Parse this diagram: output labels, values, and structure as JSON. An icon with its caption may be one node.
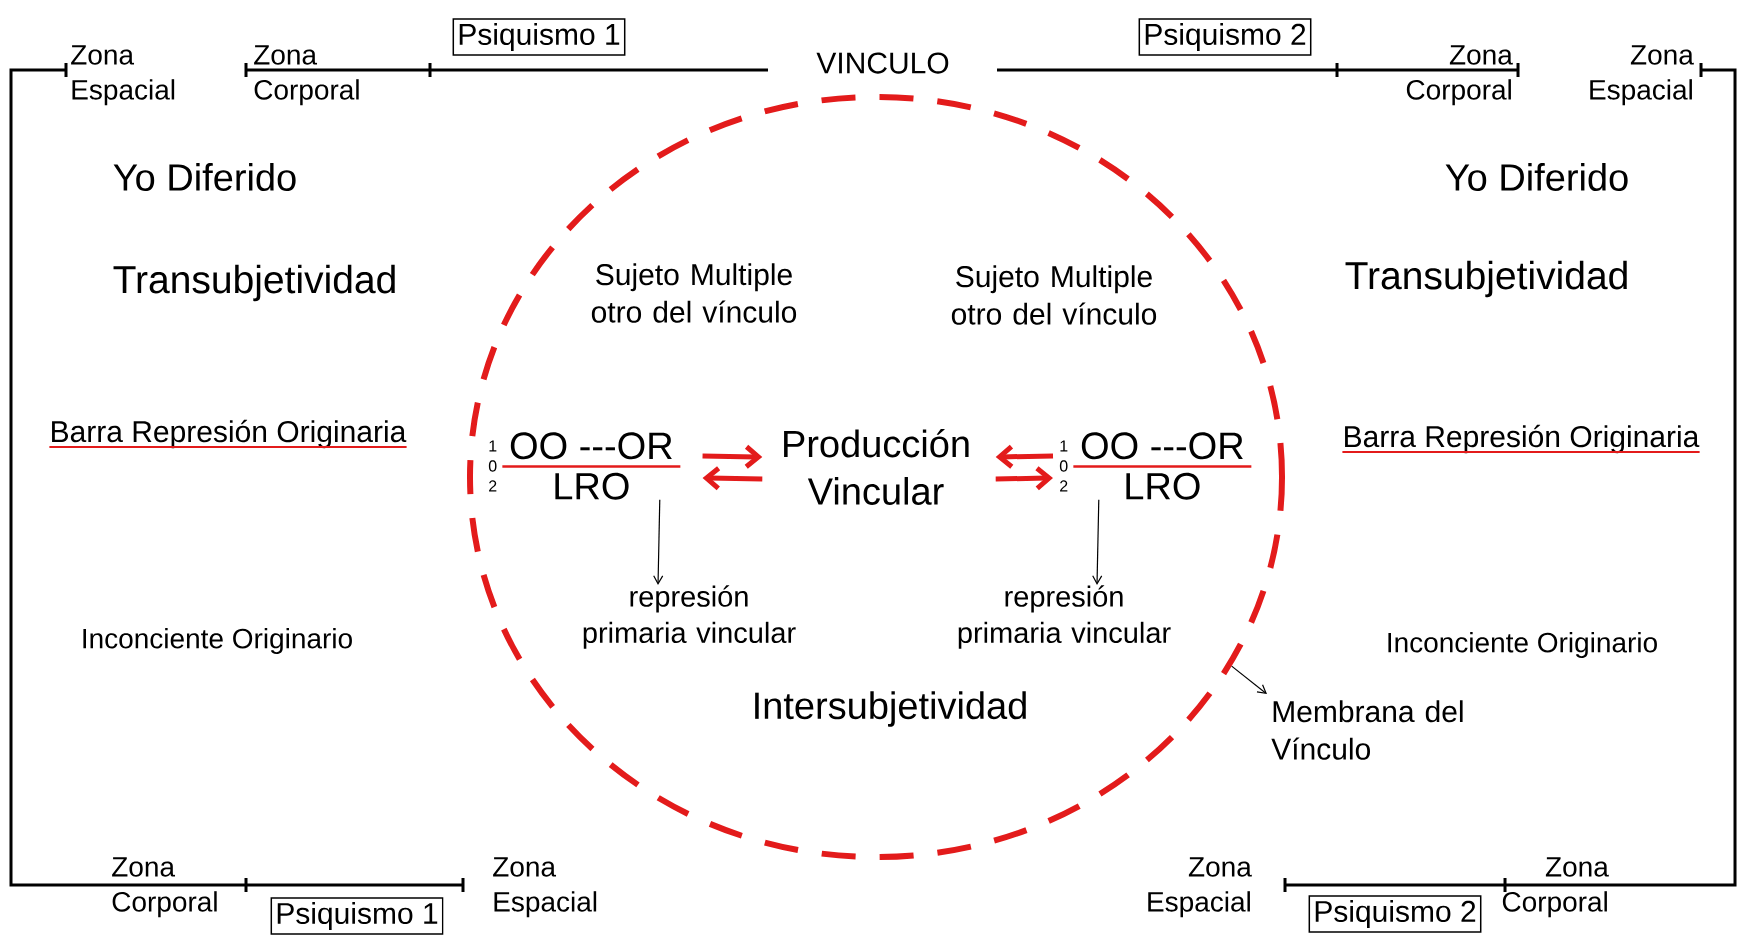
{
  "diagram": {
    "nodes": [
      {
        "text": [
          "Psiquismo 1"
        ]
      },
      {
        "text": [
          "Psiquismo 2"
        ]
      },
      {
        "text": [],
        "shape": "circle"
      },
      {
        "text": [
          "1 0 2",
          "OO ---OR",
          "LRO"
        ],
        "in": 2
      },
      {
        "text": [
          "Producción Vincular"
        ],
        "in": 2
      },
      {
        "text": [
          "1 0 2",
          "OO ---OR",
          "LRO"
        ],
        "in": 2
      },
      {
        "text": [
          "represión primaria vincular"
        ],
        "in": 2
      },
      {
        "text": [
          "represión primaria vincular"
        ],
        "in": 2
      },
      {
        "text": [
          "Membrana del Vínculo"
        ]
      },
      {
        "text": [
          "Psiquismo 1"
        ]
      },
      {
        "text": [
          "Psiquismo 2"
        ]
      }
    ],
    "edges": [
      {
        "from": 3,
        "to": 4,
        "arrow": "to"
      },
      {
        "from": 4,
        "to": 3,
        "arrow": "to"
      },
      {
        "from": 5,
        "to": 4,
        "arrow": "to"
      },
      {
        "from": 4,
        "to": 5,
        "arrow": "to"
      },
      {
        "from": 3,
        "to": 6,
        "arrow": "to",
        "color": "#000000"
      },
      {
        "from": 5,
        "to": 7,
        "arrow": "to",
        "color": "#000000"
      },
      {
        "from": 2,
        "to": 8,
        "arrow": "to",
        "color": "#000000"
      }
    ],
    "labels": [
      "Zona Espacial",
      "Zona Corporal",
      "VINCULO",
      "Zona Corporal",
      "Zona Espacial",
      "Yo Diferido",
      "Yo Diferido",
      "Transubjetividad",
      "Sujeto Multiple otro del vínculo",
      "Sujeto Multiple otro del vínculo",
      "Transubjetividad",
      "Barra Represión Originaria",
      "Barra Represión Originaria",
      "Inconciente Originario",
      "Inconciente Originario",
      "Intersubjetividad",
      "Zona Corporal",
      "Zona Espacial",
      "Zona Espacial",
      "Zona Corporal"
    ]
  }
}
